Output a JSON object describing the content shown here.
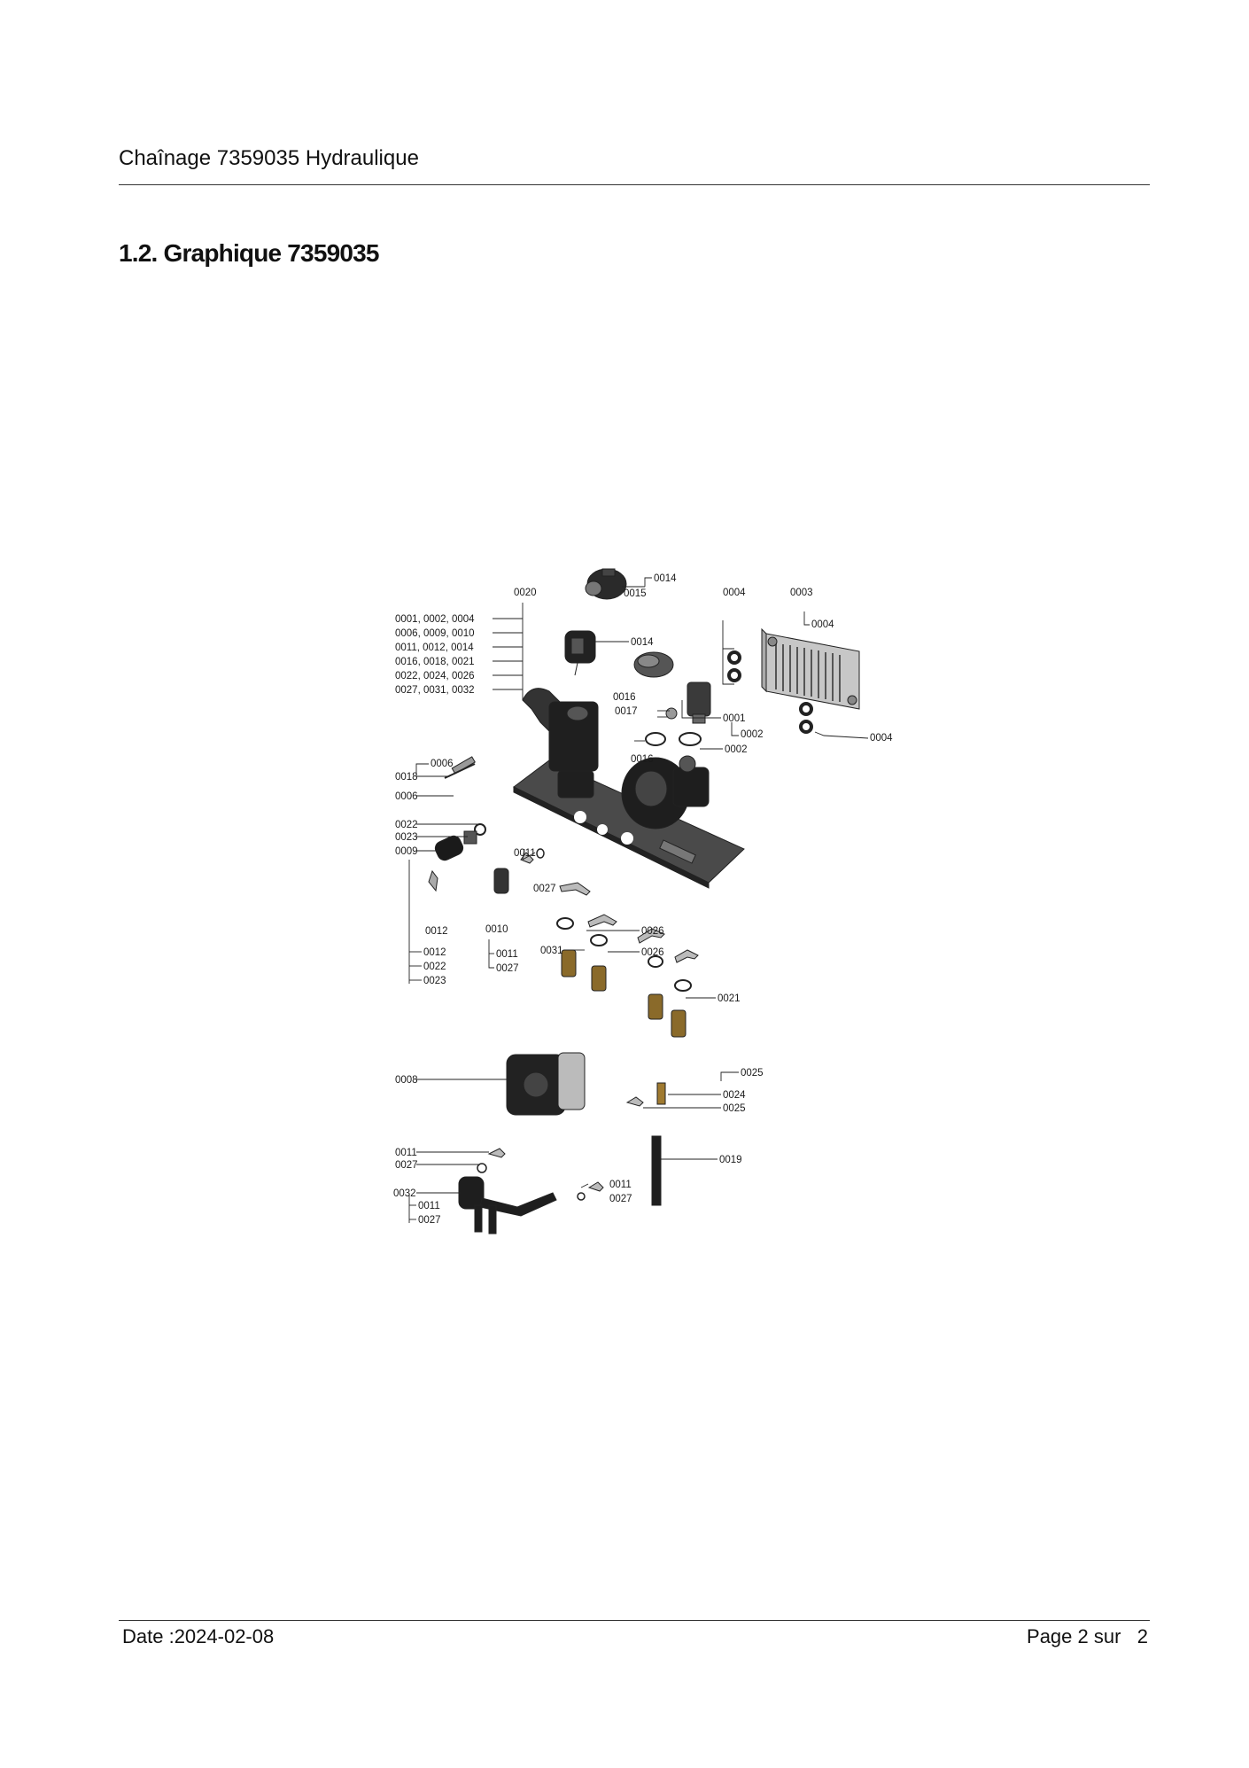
{
  "header": {
    "title": "Chaînage 7359035 Hydraulique"
  },
  "section": {
    "title": "1.2. Graphique 7359035"
  },
  "diagram": {
    "group_labels": [
      "0001, 0002, 0004",
      "0006, 0009, 0010",
      "0011, 0012, 0014",
      "0016, 0018, 0021",
      "0022, 0024, 0026",
      "0027, 0031, 0032"
    ],
    "callouts": [
      "0014",
      "0015",
      "0020",
      "0004",
      "0003",
      "0004",
      "0014",
      "0016",
      "0017",
      "0001",
      "0002",
      "0002",
      "0004",
      "0016",
      "0006",
      "0018",
      "0006",
      "0022",
      "0023",
      "0009",
      "0011",
      "0027",
      "0012",
      "0010",
      "0026",
      "0031",
      "0026",
      "0012",
      "0022",
      "0023",
      "0011",
      "0027",
      "0021",
      "0008",
      "0025",
      "0024",
      "0025",
      "0011",
      "0027",
      "0019",
      "0011",
      "0027",
      "0032",
      "0011",
      "0027"
    ]
  },
  "footer": {
    "date": "Date :2024-02-08",
    "page": "Page 2 sur   2"
  }
}
